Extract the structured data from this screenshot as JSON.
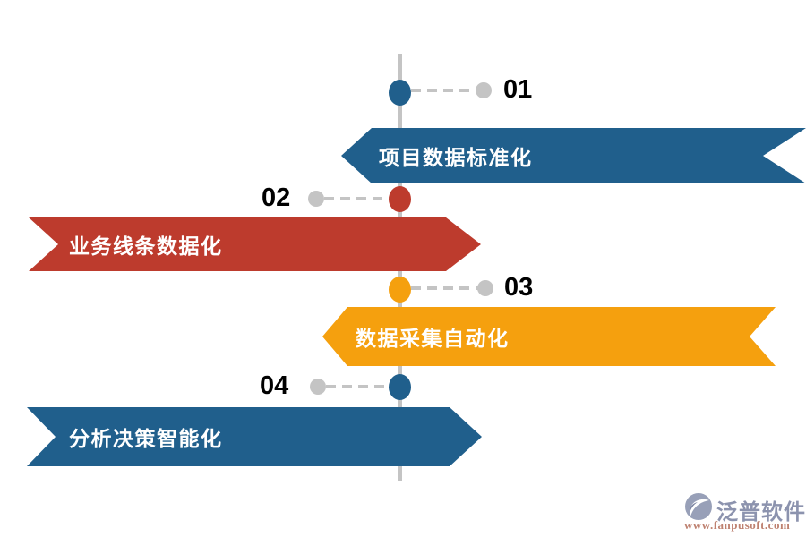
{
  "figure": {
    "background": "#FFFFFF",
    "axis_color": "#C4C4C4",
    "connector_color": "#C4C4C4",
    "number_color": "#000000",
    "banner_text_color": "#FFFFFF"
  },
  "timeline": {
    "items": [
      {
        "number": "01",
        "label": "项目数据标准化",
        "color": "#205F8C"
      },
      {
        "number": "02",
        "label": "业务线条数据化",
        "color": "#BD3B2D"
      },
      {
        "number": "03",
        "label": "数据采集自动化",
        "color": "#F5A00E"
      },
      {
        "number": "04",
        "label": "分析决策智能化",
        "color": "#205F8C"
      }
    ]
  },
  "watermark": {
    "brand": "泛普软件",
    "url": "www.fanpusoft.com",
    "brand_color": "#8C93AE",
    "url_color": "#BE8170",
    "icon": "fanpu-logo-icon"
  }
}
